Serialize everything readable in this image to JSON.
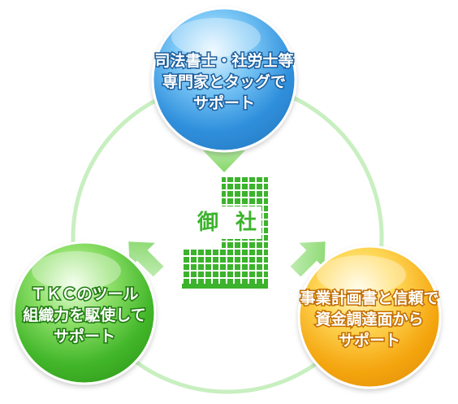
{
  "nodes": {
    "top": {
      "lines": [
        "司法書士・社労士等",
        "専門家とタッグで",
        "サポート"
      ],
      "color": "#4aa8e8"
    },
    "left": {
      "lines": [
        "ＴＫＣのツール",
        "組織力を駆使して",
        "サポート"
      ],
      "color": "#5cc83d"
    },
    "right": {
      "lines": [
        "事業計画書と信頼で",
        "資金調達面から",
        "サポート"
      ],
      "color": "#f5b21f"
    }
  },
  "center": {
    "char_1": "御",
    "char_2": "社",
    "color": "#3cb32c"
  },
  "ring_color": "#c8efc0"
}
